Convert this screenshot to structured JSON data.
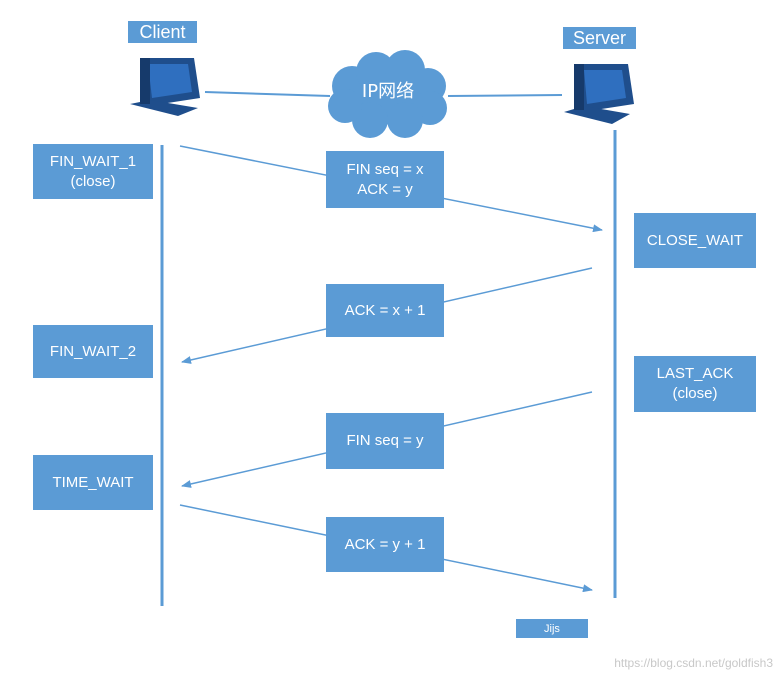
{
  "client": {
    "label": "Client"
  },
  "server": {
    "label": "Server"
  },
  "network": {
    "label": "IP网络"
  },
  "client_states": {
    "fin_wait_1": "FIN_WAIT_1\n(close)",
    "fin_wait_2": "FIN_WAIT_2",
    "time_wait": "TIME_WAIT"
  },
  "server_states": {
    "close_wait": "CLOSE_WAIT",
    "last_ack": "LAST_ACK\n(close)"
  },
  "messages": {
    "m1": "FIN seq = x\nACK = y",
    "m2": "ACK = x + 1",
    "m3": "FIN seq = y",
    "m4": "ACK = y + 1"
  },
  "tag": "Jijs",
  "watermark": "https://blog.csdn.net/goldfish3",
  "colors": {
    "box": "#5b9bd5",
    "line": "#5b9bd5",
    "computer": "#1f4e8c"
  }
}
